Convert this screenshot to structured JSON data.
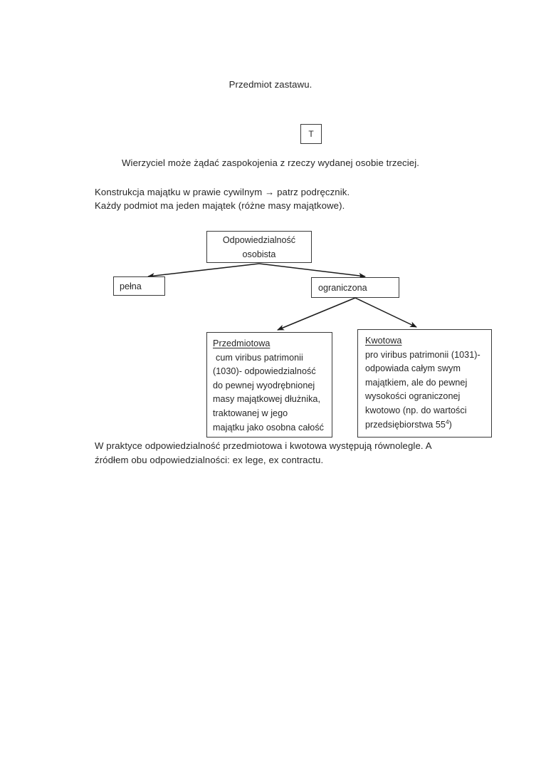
{
  "document": {
    "title": "Przedmiot zastawu.",
    "marker_box": "T",
    "lead_sentence": "Wierzyciel może żądać zaspokojenia z rzeczy wydanej osobie trzeciej.",
    "notes": [
      "Konstrukcja majątku w prawie cywilnym → patrz podręcznik.",
      "Każdy podmiot ma jeden majątek (różne masy majątkowe)."
    ],
    "closing": {
      "line1": "W praktyce odpowiedzialność przedmiotowa i kwotowa występują równolegle. A",
      "line2": "źródłem obu odpowiedzialności: ex lege, ex contractu."
    }
  },
  "diagram": {
    "root": {
      "line1": "Odpowiedzialność",
      "line2": "osobista"
    },
    "branch_left": "pełna",
    "branch_right": "ograniczona",
    "leaf_left": {
      "heading": "Przedmiotowa",
      "lines": [
        "cum viribus patrimonii",
        "(1030)- odpowiedzialność",
        "do pewnej wyodrębnionej",
        "masy majątkowej dłużnika,",
        "traktowanej w jego",
        "majątku jako osobna całość"
      ]
    },
    "leaf_right": {
      "heading": "Kwotowa",
      "lines": [
        "pro viribus patrimonii (1031)-",
        "odpowiada całym swym",
        "majątkiem, ale do pewnej",
        "wysokości ograniczonej",
        "kwotowo (np. do wartości"
      ],
      "last_line_prefix": "przedsiębiorstwa 55",
      "last_line_sup": "4",
      "last_line_suffix": ")"
    }
  },
  "style": {
    "ink": "#262626",
    "stroke": "#3a3a3a",
    "paper": "#ffffff"
  }
}
